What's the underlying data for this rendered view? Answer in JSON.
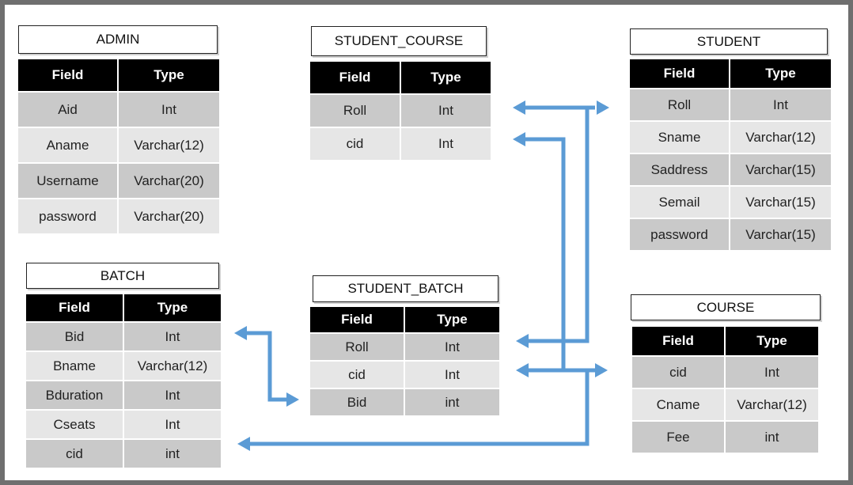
{
  "headers": {
    "field": "Field",
    "type": "Type"
  },
  "tables": {
    "admin": {
      "name": "ADMIN",
      "rows": [
        [
          "Aid",
          "Int"
        ],
        [
          "Aname",
          "Varchar(12)"
        ],
        [
          "Username",
          "Varchar(20)"
        ],
        [
          "password",
          "Varchar(20)"
        ]
      ]
    },
    "student_course": {
      "name": "STUDENT_COURSE",
      "rows": [
        [
          "Roll",
          "Int"
        ],
        [
          "cid",
          "Int"
        ]
      ]
    },
    "student": {
      "name": "STUDENT",
      "rows": [
        [
          "Roll",
          "Int"
        ],
        [
          "Sname",
          "Varchar(12)"
        ],
        [
          "Saddress",
          "Varchar(15)"
        ],
        [
          "Semail",
          "Varchar(15)"
        ],
        [
          "password",
          "Varchar(15)"
        ]
      ]
    },
    "batch": {
      "name": "BATCH",
      "rows": [
        [
          "Bid",
          "Int"
        ],
        [
          "Bname",
          "Varchar(12)"
        ],
        [
          "Bduration",
          "Int"
        ],
        [
          "Cseats",
          "Int"
        ],
        [
          "cid",
          "int"
        ]
      ]
    },
    "student_batch": {
      "name": "STUDENT_BATCH",
      "rows": [
        [
          "Roll",
          "Int"
        ],
        [
          "cid",
          "Int"
        ],
        [
          "Bid",
          "int"
        ]
      ]
    },
    "course": {
      "name": "COURSE",
      "rows": [
        [
          "cid",
          "Int"
        ],
        [
          "Cname",
          "Varchar(12)"
        ],
        [
          "Fee",
          "int"
        ]
      ]
    }
  },
  "colors": {
    "arrow": "#5b9bd5",
    "header_bg": "#000000",
    "row_dark": "#c9c9c9",
    "row_light": "#e6e6e6"
  }
}
